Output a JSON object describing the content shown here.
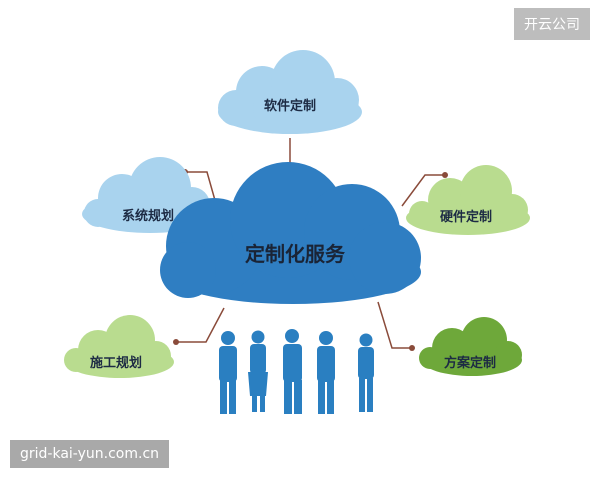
{
  "badge": "开云公司",
  "watermark": "grid-kai-yun.com.cn",
  "center_label": "定制化服务",
  "nodes": {
    "software": "软件定制",
    "system": "系统规划",
    "hardware": "硬件定制",
    "construction": "施工规划",
    "solution": "方案定制"
  },
  "colors": {
    "center_cloud": "#2f7ec2",
    "light_blue_cloud": "#a9d3ee",
    "light_green_cloud": "#b9dc8f",
    "dark_green_cloud": "#6ea83a",
    "connector": "#8a4b3a",
    "people": "#2a7fc1"
  },
  "icons": [
    "cloud-icon",
    "people-group-icon"
  ]
}
